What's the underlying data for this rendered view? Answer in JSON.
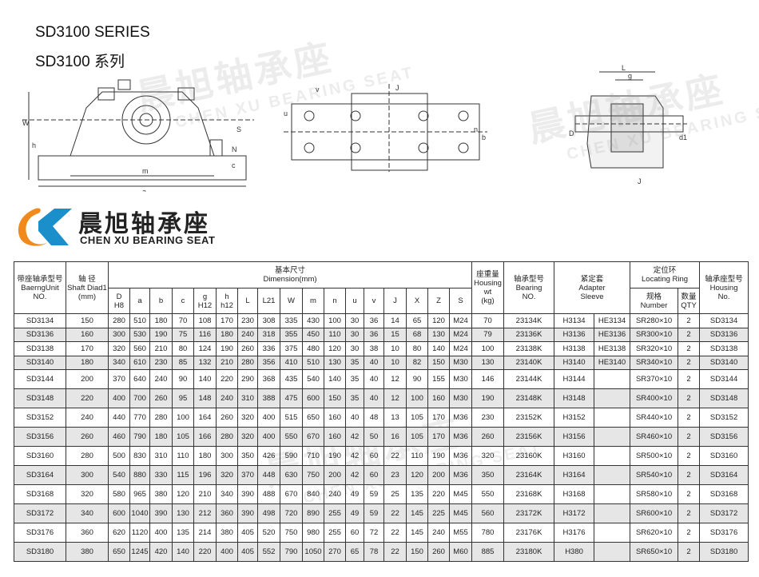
{
  "titles": {
    "line1": "SD3100  SERIES",
    "line2": "SD3100  系列"
  },
  "watermark": {
    "cn": "晨旭轴承座",
    "en": "CHEN XU BEARING SEAT"
  },
  "logo": {
    "cn": "晨旭轴承座",
    "en": "CHEN XU BEARING SEAT",
    "colors": {
      "orange": "#f08a1c",
      "blue": "#1a8fc9"
    }
  },
  "drawing_labels": {
    "front": [
      "W",
      "h",
      "m",
      "a",
      "S",
      "N",
      "c"
    ],
    "top": [
      "v",
      "u",
      "b",
      "n",
      "J"
    ],
    "side": [
      "L",
      "g",
      "D",
      "d1",
      "J"
    ]
  },
  "table": {
    "headers": {
      "unit": "带座轴承型号",
      "unit_en": "BaerngUnit",
      "unit_no": "NO.",
      "shaft": "轴  径",
      "shaft_en": "Shaft Diad1",
      "shaft_unit": "(mm)",
      "dim": "基本尺寸",
      "dim_en": "Dimension(mm)",
      "wt": "座重量",
      "wt_en": "Housing",
      "wt_en2": "wt",
      "wt_unit": "(kg)",
      "bearing": "轴承型号",
      "bearing_en": "Bearing",
      "bearing_no": "NO.",
      "sleeve": "紧定套",
      "sleeve_en": "Adapter",
      "sleeve_en2": "Sleeve",
      "ring": "定位环",
      "ring_en": "Locating Ring",
      "ring_num": "规格",
      "ring_num_en": "Number",
      "ring_qty": "数量",
      "ring_qty_en": "QTY",
      "housing": "轴承座型号",
      "housing_en": "Housing",
      "housing_no": "No.",
      "dims": [
        [
          "D",
          "H8"
        ],
        [
          "a",
          ""
        ],
        [
          "b",
          ""
        ],
        [
          "c",
          ""
        ],
        [
          "g",
          "H12"
        ],
        [
          "h",
          "h12"
        ],
        [
          "L",
          ""
        ],
        [
          "L21",
          ""
        ],
        [
          "W",
          ""
        ],
        [
          "m",
          ""
        ],
        [
          "n",
          ""
        ],
        [
          "u",
          ""
        ],
        [
          "v",
          ""
        ],
        [
          "J",
          ""
        ],
        [
          "X",
          ""
        ],
        [
          "Z",
          ""
        ],
        [
          "S",
          ""
        ]
      ]
    },
    "rows": [
      [
        "SD3134",
        "150",
        "280",
        "510",
        "180",
        "70",
        "108",
        "170",
        "230",
        "308",
        "335",
        "430",
        "100",
        "30",
        "36",
        "14",
        "65",
        "120",
        "M24",
        "70",
        "23134K",
        "H3134",
        "HE3134",
        "SR280×10",
        "2",
        "SD3134"
      ],
      [
        "SD3136",
        "160",
        "300",
        "530",
        "190",
        "75",
        "116",
        "180",
        "240",
        "318",
        "355",
        "450",
        "110",
        "30",
        "36",
        "15",
        "68",
        "130",
        "M24",
        "79",
        "23136K",
        "H3136",
        "HE3136",
        "SR300×10",
        "2",
        "SD3136"
      ],
      [
        "SD3138",
        "170",
        "320",
        "560",
        "210",
        "80",
        "124",
        "190",
        "260",
        "336",
        "375",
        "480",
        "120",
        "30",
        "38",
        "10",
        "80",
        "140",
        "M24",
        "100",
        "23138K",
        "H3138",
        "HE3138",
        "SR320×10",
        "2",
        "SD3138"
      ],
      [
        "SD3140",
        "180",
        "340",
        "610",
        "230",
        "85",
        "132",
        "210",
        "280",
        "356",
        "410",
        "510",
        "130",
        "35",
        "40",
        "10",
        "82",
        "150",
        "M30",
        "130",
        "23140K",
        "H3140",
        "HE3140",
        "SR340×10",
        "2",
        "SD3140"
      ],
      [
        "SD3144",
        "200",
        "370",
        "640",
        "240",
        "90",
        "140",
        "220",
        "290",
        "368",
        "435",
        "540",
        "140",
        "35",
        "40",
        "12",
        "90",
        "155",
        "M30",
        "146",
        "23144K",
        "H3144",
        "",
        "SR370×10",
        "2",
        "SD3144"
      ],
      [
        "SD3148",
        "220",
        "400",
        "700",
        "260",
        "95",
        "148",
        "240",
        "310",
        "388",
        "475",
        "600",
        "150",
        "35",
        "40",
        "12",
        "100",
        "160",
        "M30",
        "190",
        "23148K",
        "H3148",
        "",
        "SR400×10",
        "2",
        "SD3148"
      ],
      [
        "SD3152",
        "240",
        "440",
        "770",
        "280",
        "100",
        "164",
        "260",
        "320",
        "400",
        "515",
        "650",
        "160",
        "40",
        "48",
        "13",
        "105",
        "170",
        "M36",
        "230",
        "23152K",
        "H3152",
        "",
        "SR440×10",
        "2",
        "SD3152"
      ],
      [
        "SD3156",
        "260",
        "460",
        "790",
        "180",
        "105",
        "166",
        "280",
        "320",
        "400",
        "550",
        "670",
        "160",
        "42",
        "50",
        "16",
        "105",
        "170",
        "M36",
        "260",
        "23156K",
        "H3156",
        "",
        "SR460×10",
        "2",
        "SD3156"
      ],
      [
        "SD3160",
        "280",
        "500",
        "830",
        "310",
        "110",
        "180",
        "300",
        "350",
        "426",
        "590",
        "710",
        "190",
        "42",
        "60",
        "22",
        "110",
        "190",
        "M36",
        "320",
        "23160K",
        "H3160",
        "",
        "SR500×10",
        "2",
        "SD3160"
      ],
      [
        "SD3164",
        "300",
        "540",
        "880",
        "330",
        "115",
        "196",
        "320",
        "370",
        "448",
        "630",
        "750",
        "200",
        "42",
        "60",
        "23",
        "120",
        "200",
        "M36",
        "350",
        "23164K",
        "H3164",
        "",
        "SR540×10",
        "2",
        "SD3164"
      ],
      [
        "SD3168",
        "320",
        "580",
        "965",
        "380",
        "120",
        "210",
        "340",
        "390",
        "488",
        "670",
        "840",
        "240",
        "49",
        "59",
        "25",
        "135",
        "220",
        "M45",
        "550",
        "23168K",
        "H3168",
        "",
        "SR580×10",
        "2",
        "SD3168"
      ],
      [
        "SD3172",
        "340",
        "600",
        "1040",
        "390",
        "130",
        "212",
        "360",
        "390",
        "498",
        "720",
        "890",
        "255",
        "49",
        "59",
        "22",
        "145",
        "225",
        "M45",
        "560",
        "23172K",
        "H3172",
        "",
        "SR600×10",
        "2",
        "SD3172"
      ],
      [
        "SD3176",
        "360",
        "620",
        "1120",
        "400",
        "135",
        "214",
        "380",
        "405",
        "520",
        "750",
        "980",
        "255",
        "60",
        "72",
        "22",
        "145",
        "240",
        "M55",
        "780",
        "23176K",
        "H3176",
        "",
        "SR620×10",
        "2",
        "SD3176"
      ],
      [
        "SD3180",
        "380",
        "650",
        "1245",
        "420",
        "140",
        "220",
        "400",
        "405",
        "552",
        "790",
        "1050",
        "270",
        "65",
        "78",
        "22",
        "150",
        "260",
        "M60",
        "885",
        "23180K",
        "H380",
        "",
        "SR650×10",
        "2",
        "SD3180"
      ]
    ]
  }
}
